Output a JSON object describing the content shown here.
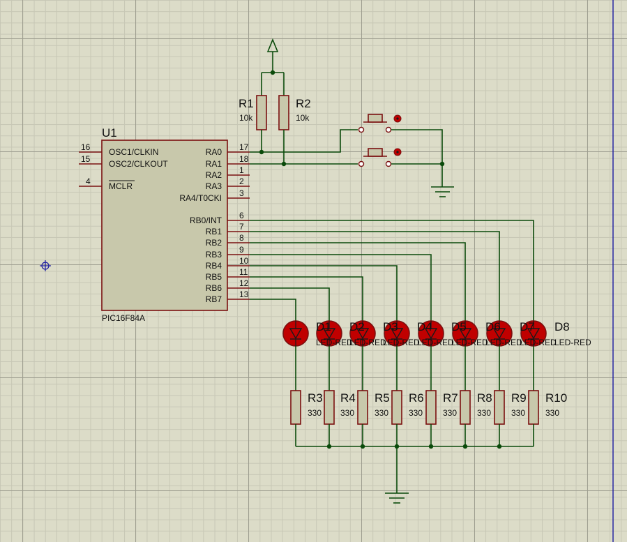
{
  "mcu": {
    "ref": "U1",
    "part": "PIC16F84A",
    "left_pins": [
      {
        "num": "16",
        "name": "OSC1/CLKIN"
      },
      {
        "num": "15",
        "name": "OSC2/CLKOUT"
      },
      {
        "num": "4",
        "name": "MCLR"
      }
    ],
    "right_pins": [
      {
        "num": "17",
        "name": "RA0"
      },
      {
        "num": "18",
        "name": "RA1"
      },
      {
        "num": "1",
        "name": "RA2"
      },
      {
        "num": "2",
        "name": "RA3"
      },
      {
        "num": "3",
        "name": "RA4/T0CKI"
      },
      {
        "num": "6",
        "name": "RB0/INT"
      },
      {
        "num": "7",
        "name": "RB1"
      },
      {
        "num": "8",
        "name": "RB2"
      },
      {
        "num": "9",
        "name": "RB3"
      },
      {
        "num": "10",
        "name": "RB4"
      },
      {
        "num": "11",
        "name": "RB5"
      },
      {
        "num": "12",
        "name": "RB6"
      },
      {
        "num": "13",
        "name": "RB7"
      }
    ]
  },
  "pullups": [
    {
      "ref": "R1",
      "value": "10k"
    },
    {
      "ref": "R2",
      "value": "10k"
    }
  ],
  "leds": [
    {
      "ref": "D1",
      "value": "LED-RED"
    },
    {
      "ref": "D2",
      "value": "LED-RED"
    },
    {
      "ref": "D3",
      "value": "LED-RED"
    },
    {
      "ref": "D4",
      "value": "LED-RED"
    },
    {
      "ref": "D5",
      "value": "LED-RED"
    },
    {
      "ref": "D6",
      "value": "LED-RED"
    },
    {
      "ref": "D7",
      "value": "LED-RED"
    },
    {
      "ref": "D8",
      "value": "LED-RED"
    }
  ],
  "led_resistors": [
    {
      "ref": "R3",
      "value": "330"
    },
    {
      "ref": "R4",
      "value": "330"
    },
    {
      "ref": "R5",
      "value": "330"
    },
    {
      "ref": "R6",
      "value": "330"
    },
    {
      "ref": "R7",
      "value": "330"
    },
    {
      "ref": "R8",
      "value": "330"
    },
    {
      "ref": "R9",
      "value": "330"
    },
    {
      "ref": "R10",
      "value": "330"
    }
  ],
  "colors": {
    "wire": "#0a4a0a",
    "component_outline": "#7a1010",
    "component_fill": "#c8c8ab",
    "led_fill": "#c00000",
    "grid_background": "#dcdcc8"
  }
}
